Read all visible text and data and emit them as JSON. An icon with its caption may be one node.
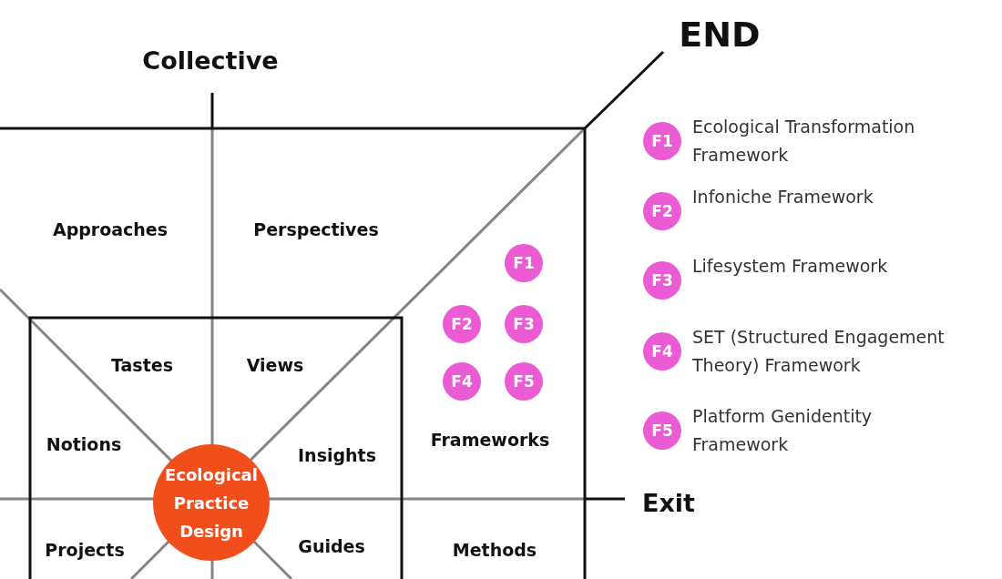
{
  "diagram": {
    "nodes": [
      {
        "text": [
          "Ecological Practice Design"
        ]
      },
      {
        "text": [
          "F1"
        ]
      },
      {
        "text": [
          "F2"
        ]
      },
      {
        "text": [
          "F3"
        ]
      },
      {
        "text": [
          "F4"
        ]
      },
      {
        "text": [
          "F5"
        ]
      },
      {
        "text": [
          "F1"
        ],
        "beside": [
          "Ecological Transformation Framework"
        ]
      },
      {
        "text": [
          "F2"
        ],
        "beside": [
          "Infoniche Framework"
        ]
      },
      {
        "text": [
          "F3"
        ],
        "beside": [
          "Lifesystem Framework"
        ]
      },
      {
        "text": [
          "F4"
        ],
        "beside": [
          "SET (Structured Engagement Theory) Framework"
        ]
      },
      {
        "text": [
          "F5"
        ],
        "beside": [
          "Platform Genidentity Framework"
        ]
      }
    ],
    "edges": [],
    "labels": [
      "END",
      "Collective",
      "Approaches",
      "Perspectives",
      "Tastes",
      "Views",
      "Notions",
      "Insights",
      "Frameworks",
      "Exit",
      "Projects",
      "Guides",
      "Methods"
    ]
  }
}
